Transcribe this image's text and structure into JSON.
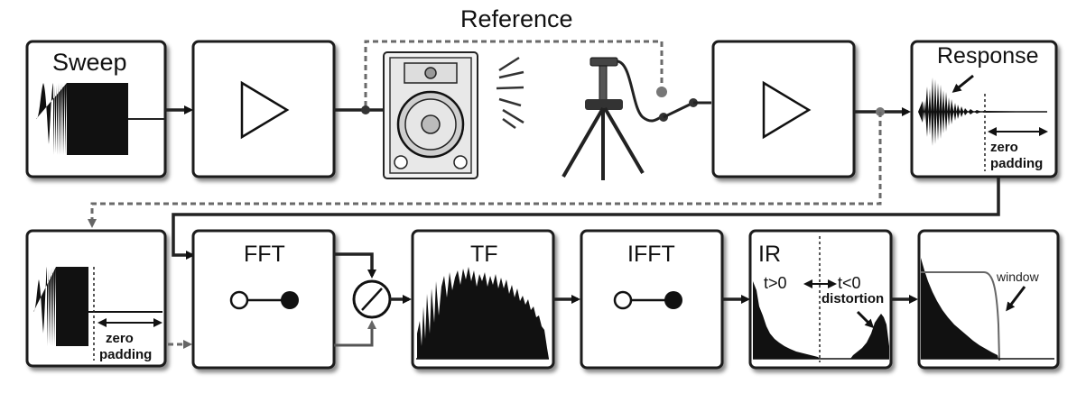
{
  "labels": {
    "reference": "Reference",
    "sweep": "Sweep",
    "response": "Response",
    "zero_padding_line1": "zero",
    "zero_padding_line2": "padding",
    "fft": "FFT",
    "tf": "TF",
    "ifft": "IFFT",
    "ir": "IR",
    "t_pos": "t>0",
    "t_neg": "t<0",
    "distortion": "distortion",
    "window": "window"
  },
  "colors": {
    "box_stroke": "#1a1a1a",
    "wire": "#222222",
    "reference_dashed": "#6a6a6a",
    "waveform": "#111111"
  },
  "icons": [
    "amplifier-triangle-icon",
    "loudspeaker-icon",
    "microphone-tripod-icon",
    "switch-icon",
    "divider-icon",
    "fft-symbol-icon"
  ]
}
